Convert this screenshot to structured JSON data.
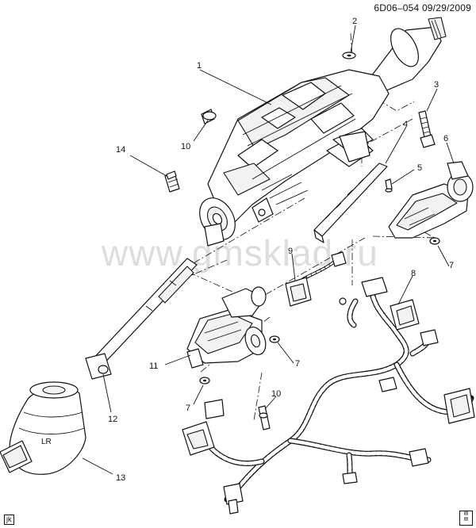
{
  "header": {
    "diagram_code": "6D06–054  09/29/2009"
  },
  "watermark": {
    "text": "www.gmsklad.ru"
  },
  "corner_tag": {
    "text": "jk"
  },
  "callouts": [
    {
      "id": "c1",
      "text": "1"
    },
    {
      "id": "c2",
      "text": "2"
    },
    {
      "id": "c3",
      "text": "3"
    },
    {
      "id": "c4",
      "text": "4"
    },
    {
      "id": "c5",
      "text": "5"
    },
    {
      "id": "c6",
      "text": "6"
    },
    {
      "id": "c7a",
      "text": "7"
    },
    {
      "id": "c7b",
      "text": "7"
    },
    {
      "id": "c7c",
      "text": "7"
    },
    {
      "id": "c8",
      "text": "8"
    },
    {
      "id": "c9",
      "text": "9"
    },
    {
      "id": "c10a",
      "text": "10"
    },
    {
      "id": "c10b",
      "text": "10"
    },
    {
      "id": "c11",
      "text": "11"
    },
    {
      "id": "c12",
      "text": "12"
    },
    {
      "id": "c13",
      "text": "13"
    },
    {
      "id": "c14",
      "text": "14"
    }
  ],
  "boot_label": {
    "text": "LR"
  }
}
